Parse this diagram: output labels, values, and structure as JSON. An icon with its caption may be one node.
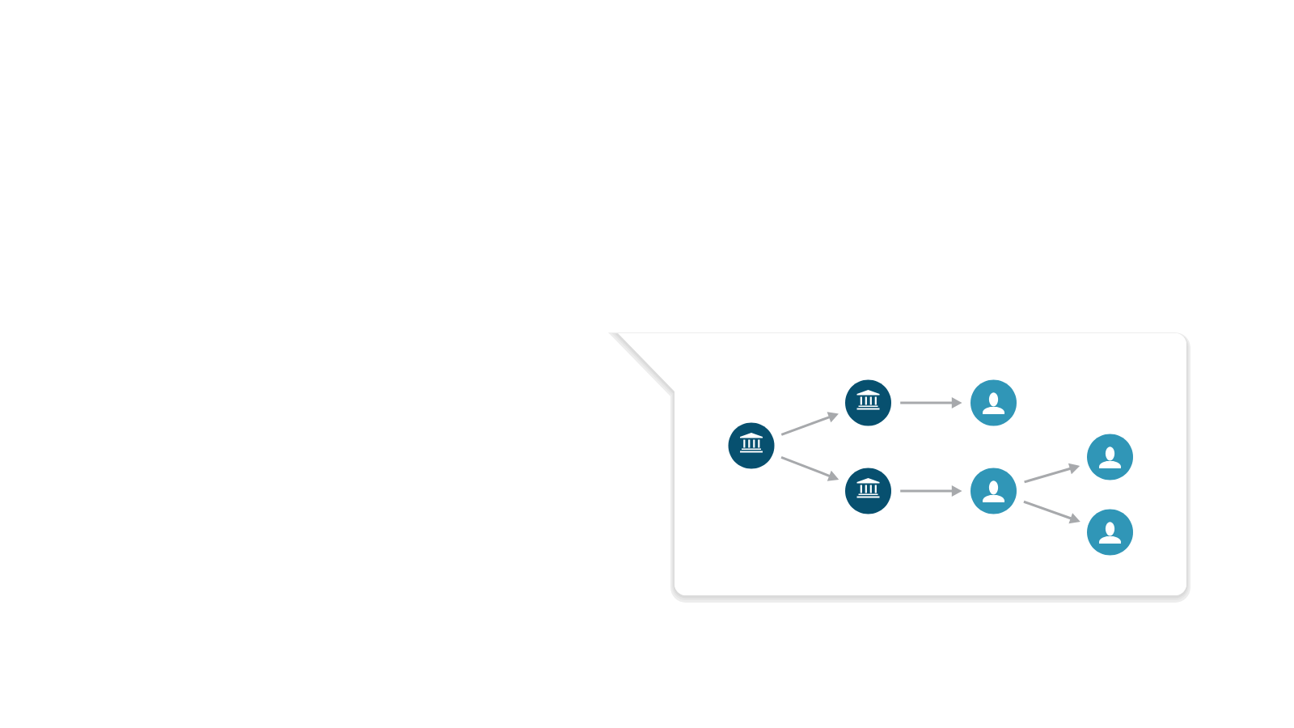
{
  "diagram": {
    "nodes": [
      {
        "text": [],
        "shape": "box"
      },
      {
        "text": [],
        "shape": "circle",
        "in": 0
      },
      {
        "text": [],
        "shape": "circle",
        "in": 0
      },
      {
        "text": [],
        "shape": "circle",
        "in": 0
      },
      {
        "text": [],
        "shape": "circle",
        "in": 0
      },
      {
        "text": [],
        "shape": "circle",
        "in": 0
      },
      {
        "text": [],
        "shape": "circle",
        "in": 0
      },
      {
        "text": [],
        "shape": "circle",
        "in": 0
      }
    ],
    "edges": [
      {
        "from": 1,
        "to": 2,
        "arrow": "to"
      },
      {
        "from": 1,
        "to": 3,
        "arrow": "to"
      },
      {
        "from": 2,
        "to": 4,
        "arrow": "to"
      },
      {
        "from": 3,
        "to": 5,
        "arrow": "to"
      },
      {
        "from": 5,
        "to": 6,
        "arrow": "to"
      },
      {
        "from": 5,
        "to": 7,
        "arrow": "to"
      }
    ]
  }
}
